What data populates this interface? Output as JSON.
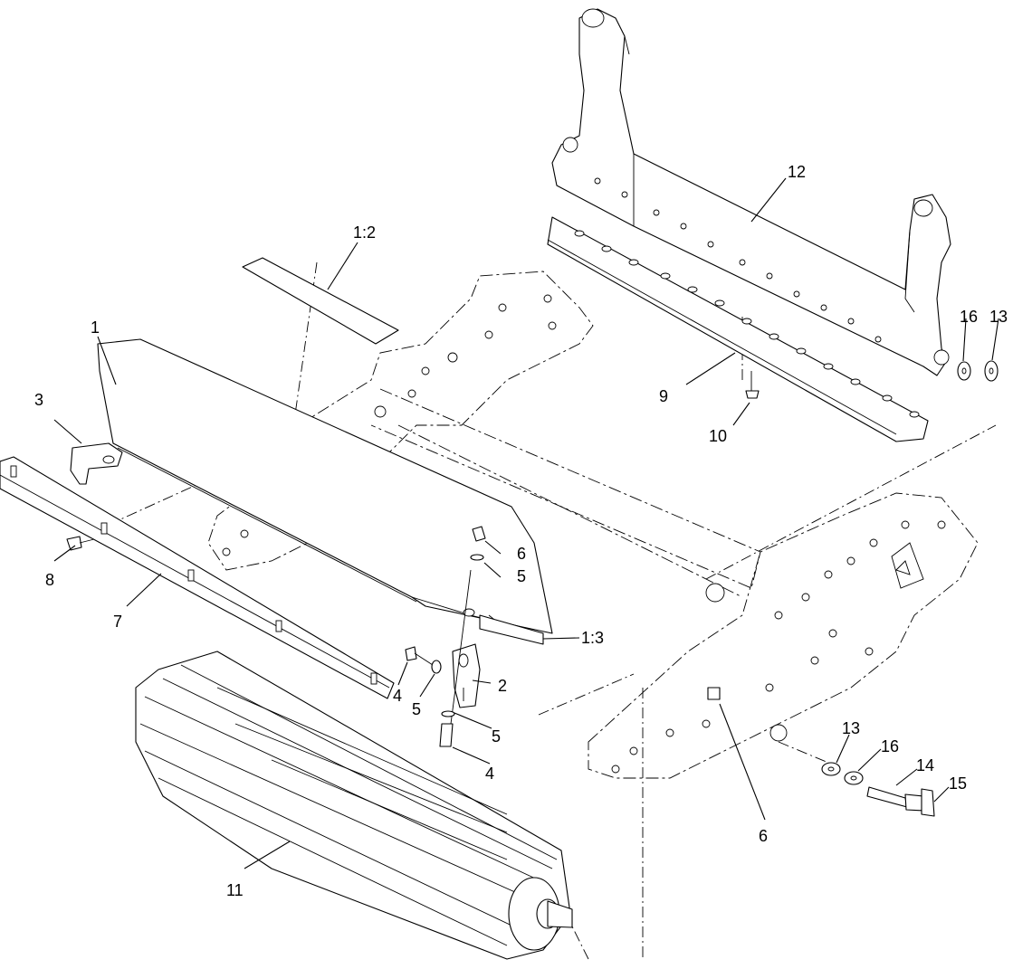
{
  "callouts": {
    "c1": "1",
    "c1_2": "1:2",
    "c1_3": "1:3",
    "c2": "2",
    "c3": "3",
    "c4a": "4",
    "c4b": "4",
    "c5a": "5",
    "c5b": "5",
    "c5c": "5",
    "c6a": "6",
    "c6b": "6",
    "c7": "7",
    "c8": "8",
    "c9": "9",
    "c10": "10",
    "c11": "11",
    "c12": "12",
    "c13a": "13",
    "c13b": "13",
    "c14": "14",
    "c15": "15",
    "c16a": "16",
    "c16b": "16"
  }
}
